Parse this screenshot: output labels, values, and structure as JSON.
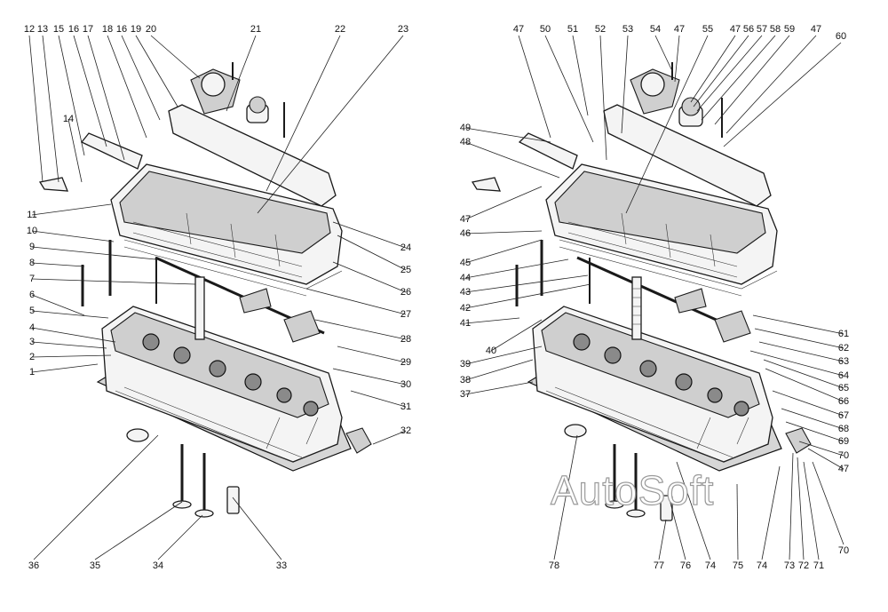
{
  "watermark": "AutoSoft",
  "left_labels": [
    "12",
    "13",
    "15",
    "16",
    "17",
    "18",
    "16",
    "19",
    "20",
    "21",
    "22",
    "23",
    "14",
    "11",
    "10",
    "9",
    "8",
    "7",
    "6",
    "5",
    "4",
    "3",
    "2",
    "1",
    "24",
    "25",
    "26",
    "27",
    "28",
    "29",
    "30",
    "31",
    "32",
    "36",
    "35",
    "34",
    "33"
  ],
  "right_labels": [
    "47",
    "50",
    "51",
    "52",
    "53",
    "54",
    "47",
    "55",
    "47",
    "56",
    "57",
    "58",
    "59",
    "47",
    "60",
    "49",
    "48",
    "47",
    "46",
    "45",
    "44",
    "43",
    "42",
    "41",
    "40",
    "39",
    "38",
    "37",
    "61",
    "62",
    "63",
    "64",
    "65",
    "66",
    "67",
    "68",
    "69",
    "70",
    "47",
    "70",
    "78",
    "77",
    "76",
    "74",
    "75",
    "74",
    "73",
    "72",
    "71"
  ]
}
